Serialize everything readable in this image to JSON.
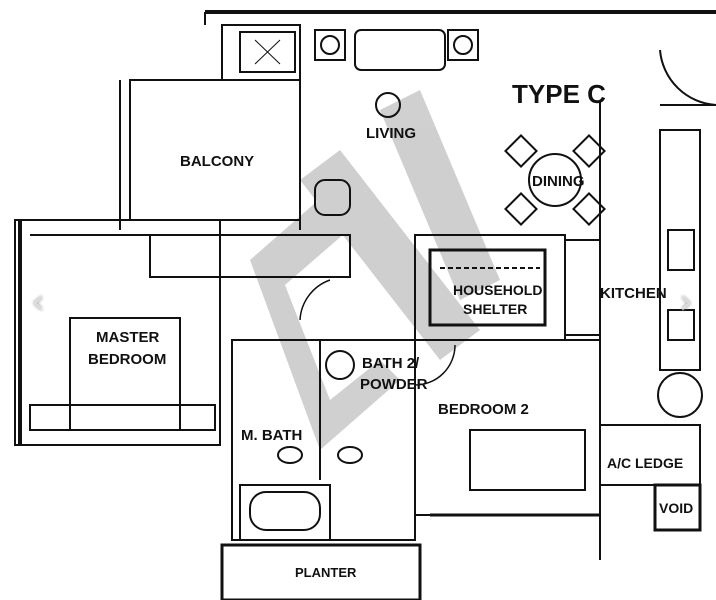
{
  "plan": {
    "title": "TYPE C",
    "rooms": {
      "living": "LIVING",
      "balcony": "BALCONY",
      "dining": "DINING",
      "kitchen": "KITCHEN",
      "household_shelter_1": "HOUSEHOLD",
      "household_shelter_2": "SHELTER",
      "master_bedroom_1": "MASTER",
      "master_bedroom_2": "BEDROOM",
      "bath2_1": "BATH 2/",
      "bath2_2": "POWDER",
      "bedroom2": "BEDROOM 2",
      "m_bath": "M. BATH",
      "ac_ledge": "A/C LEDGE",
      "void": "VOID",
      "planter": "PLANTER"
    }
  },
  "carousel": {
    "prev_icon": "chevron-left-icon",
    "next_icon": "chevron-right-icon"
  },
  "colors": {
    "line": "#111111",
    "watermark": "#bdbdbd"
  }
}
